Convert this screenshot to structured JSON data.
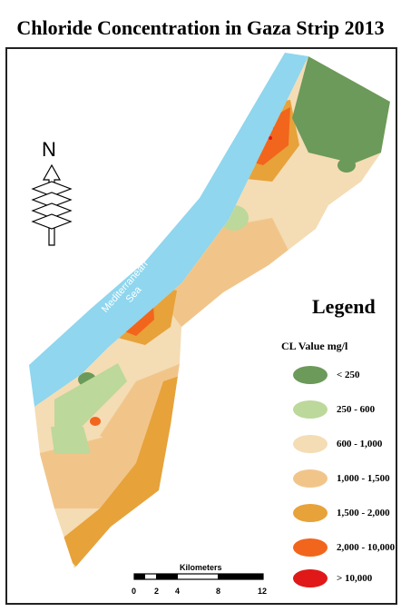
{
  "map": {
    "title": "Chloride Concentration in Gaza Strip 2013",
    "sea_label_line1": "Mediterranean",
    "sea_label_line2": "Sea",
    "north_label": "N",
    "legend": {
      "title": "Legend",
      "subtitle": "CL Value mg/l",
      "items": [
        {
          "label": "< 250",
          "color": "#6b9a5a"
        },
        {
          "label": "250 - 600",
          "color": "#bcd89a"
        },
        {
          "label": "600 - 1,000",
          "color": "#f4dcb4"
        },
        {
          "label": "1,000 - 1,500",
          "color": "#f1c58a"
        },
        {
          "label": "1,500 - 2,000",
          "color": "#e7a23a"
        },
        {
          "label": "2,000 - 10,000",
          "color": "#f2651d"
        },
        {
          "label": "> 10,000",
          "color": "#e01818"
        }
      ]
    },
    "scale_bar": {
      "title": "Kilometers",
      "ticks": [
        "0",
        "2",
        "4",
        "8",
        "12"
      ]
    },
    "colors": {
      "sea": "#8fd6ee",
      "frame": "#222222"
    }
  }
}
